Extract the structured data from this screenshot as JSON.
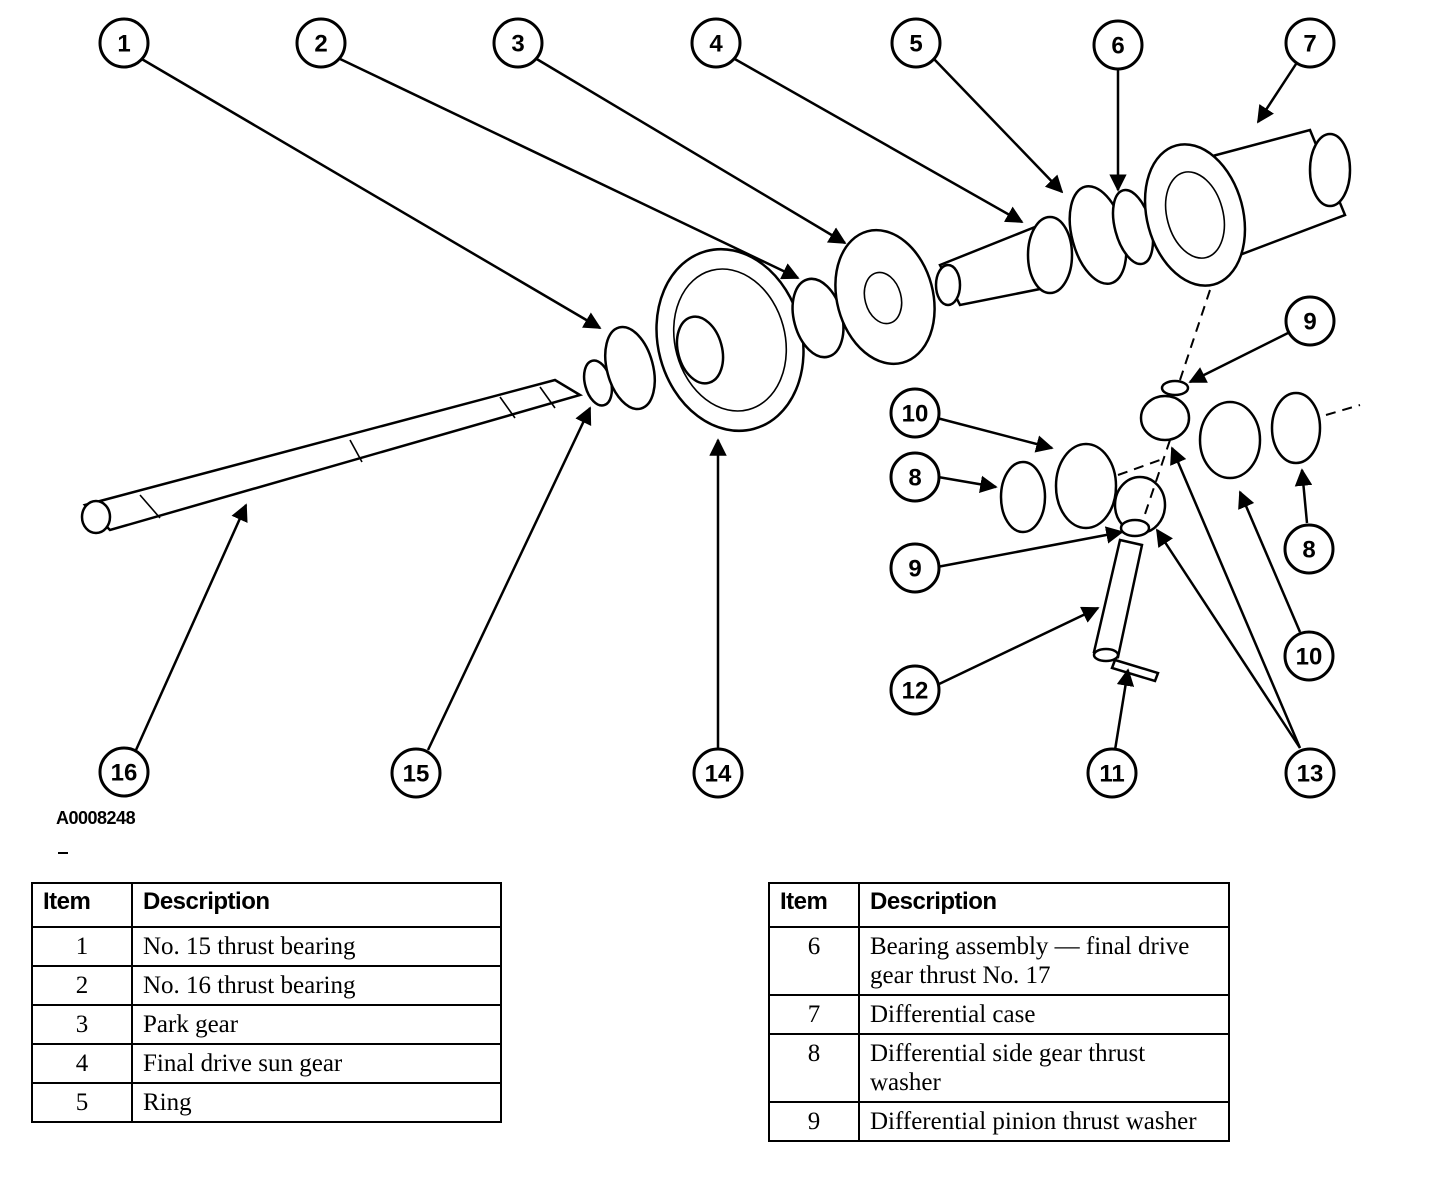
{
  "figure_id": "A0008248",
  "callouts": [
    "1",
    "2",
    "3",
    "4",
    "5",
    "6",
    "7",
    "9",
    "10",
    "8",
    "8",
    "9",
    "10",
    "12",
    "16",
    "15",
    "14",
    "11",
    "13"
  ],
  "table_left": {
    "headers": [
      "Item",
      "Description"
    ],
    "rows": [
      {
        "item": "1",
        "description": "No. 15 thrust bearing"
      },
      {
        "item": "2",
        "description": "No. 16 thrust bearing"
      },
      {
        "item": "3",
        "description": "Park gear"
      },
      {
        "item": "4",
        "description": "Final drive sun gear"
      },
      {
        "item": "5",
        "description": "Ring"
      }
    ]
  },
  "table_right": {
    "headers": [
      "Item",
      "Description"
    ],
    "rows": [
      {
        "item": "6",
        "description": "Bearing assembly — final drive gear thrust No. 17"
      },
      {
        "item": "7",
        "description": "Differential case"
      },
      {
        "item": "8",
        "description": "Differential side gear thrust washer"
      },
      {
        "item": "9",
        "description": "Differential pinion thrust washer"
      }
    ]
  }
}
